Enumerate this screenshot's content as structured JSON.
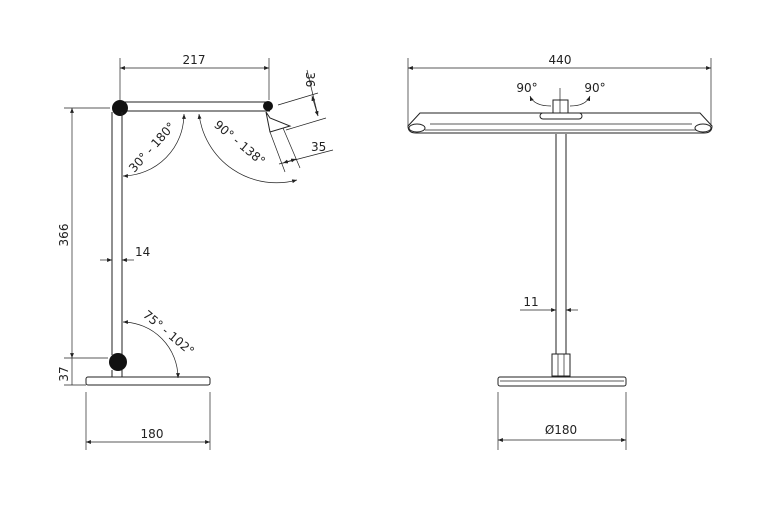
{
  "side_view": {
    "arm_length": "217",
    "height": "366",
    "base_joint_height": "37",
    "pole_width": "14",
    "base_width": "180",
    "arm_angle": "30° - 180°",
    "head_angle": "90° - 138°",
    "base_angle": "75° - 102°",
    "head_height": "36",
    "head_width": "35"
  },
  "front_view": {
    "head_width": "440",
    "rotate_left": "90°",
    "rotate_right": "90°",
    "pole_width": "11",
    "base_diameter": "Ø180"
  },
  "colors": {
    "line": "#222222",
    "joint": "#111111",
    "background": "#ffffff"
  }
}
